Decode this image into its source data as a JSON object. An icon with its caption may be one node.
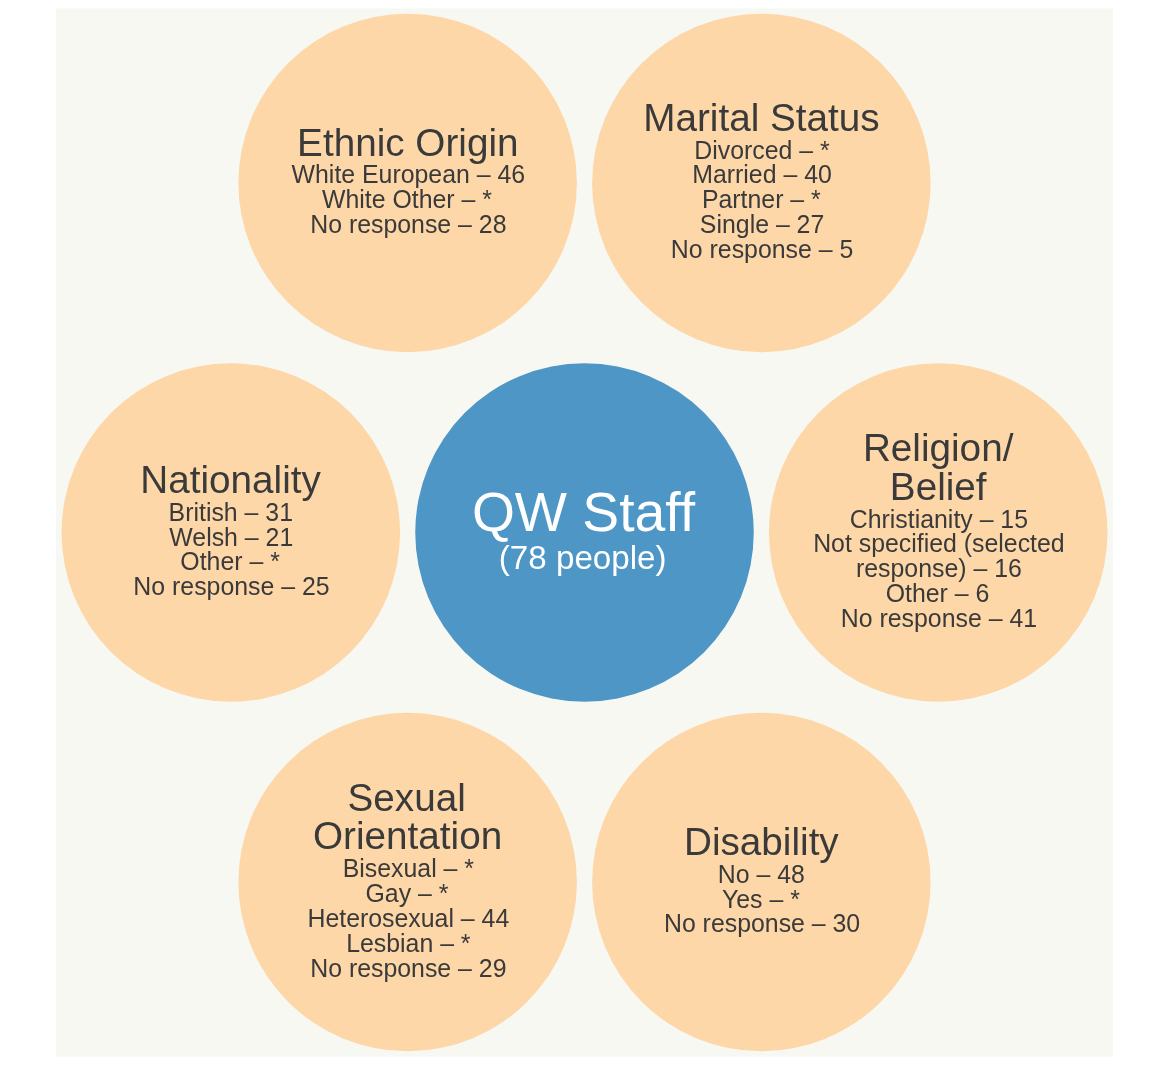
{
  "diagram": {
    "nodes": [
      {
        "text": [
          "Ethnic Origin",
          "White European – 46",
          "White Other – *",
          "No response – 28"
        ]
      },
      {
        "text": [
          "Marital Status",
          "Divorced – *",
          "Married – 40",
          "Partner – *",
          "Single – 27",
          "No response – 5"
        ]
      },
      {
        "text": [
          "Nationality",
          "British – 31",
          "Welsh – 21",
          "Other – *",
          "No response – 25"
        ]
      },
      {
        "text": [
          "QW Staff",
          "(78 people)"
        ]
      },
      {
        "text": [
          "Religion/ Belief",
          "Christianity – 15",
          "Not specified (selected response) – 16",
          "Other – 6",
          "No response – 41"
        ]
      },
      {
        "text": [
          "Sexual Orientation",
          "Bisexual – *",
          "Gay – *",
          "Heterosexual – 44",
          "Lesbian – *",
          "No response – 29"
        ]
      },
      {
        "text": [
          "Disability",
          "No – 48",
          "Yes – *",
          "No response – 30"
        ]
      }
    ]
  }
}
